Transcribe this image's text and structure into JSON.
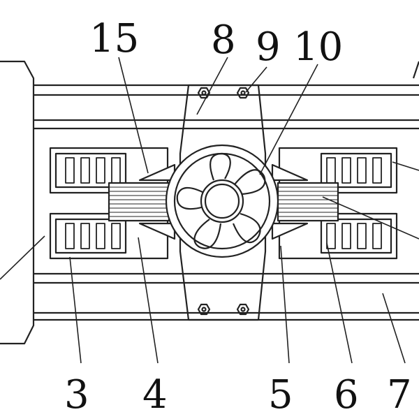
{
  "figure": {
    "type": "patent line drawing",
    "callout_labels": {
      "label_15": "15",
      "label_8": "8",
      "label_9": "9",
      "label_10": "10",
      "label_3": "3",
      "label_4": "4",
      "label_5": "5",
      "label_6": "6",
      "label_7": "7"
    },
    "colors": {
      "line": "#222222",
      "background": "#ffffff",
      "text": "#111111"
    }
  }
}
